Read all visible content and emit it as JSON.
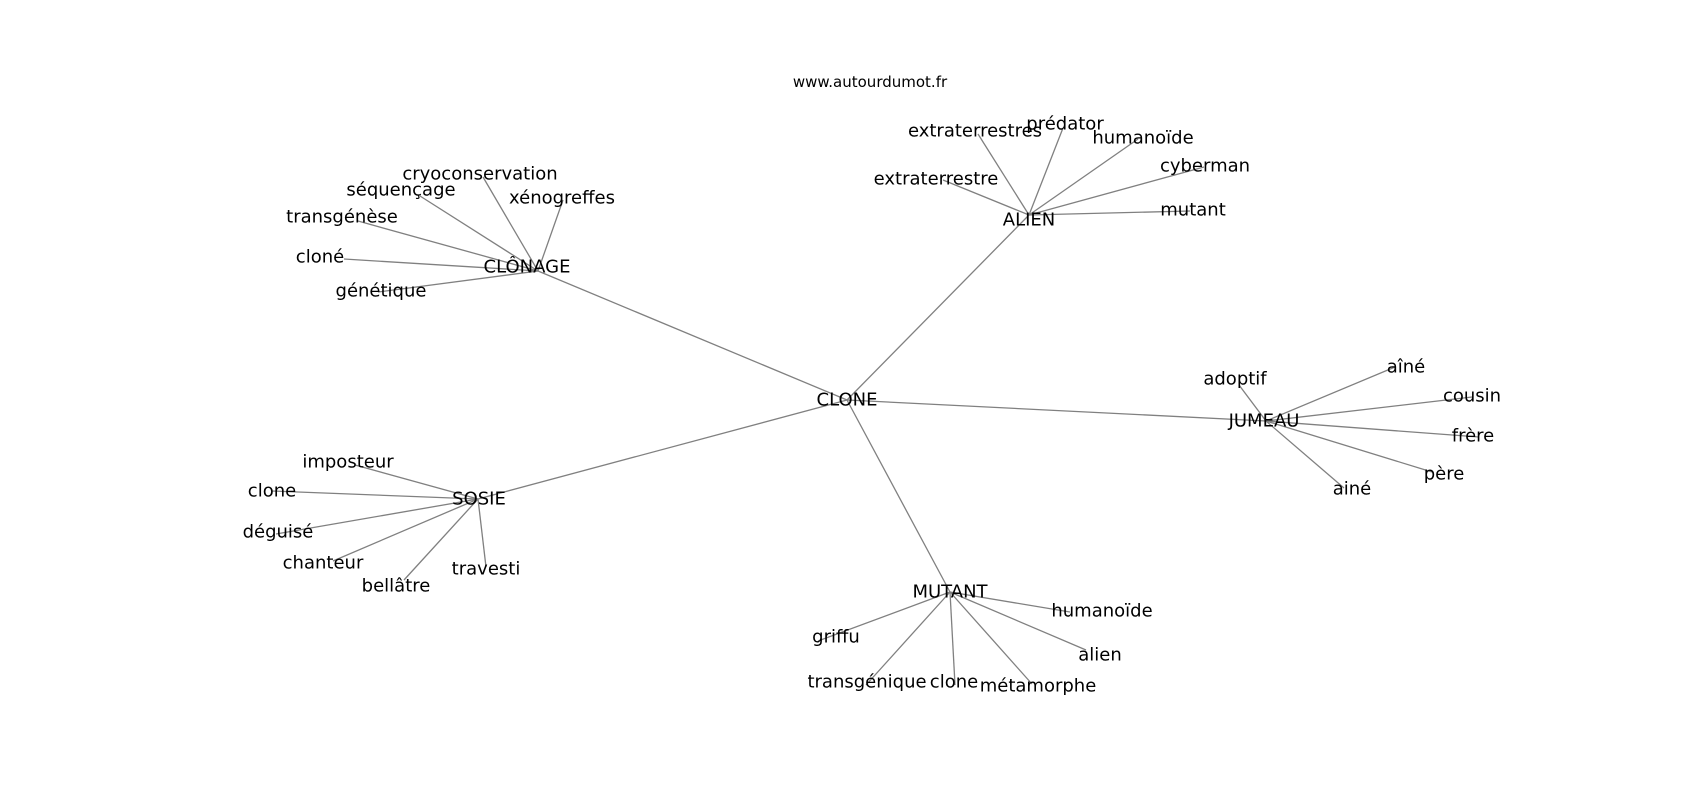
{
  "watermark": "www.autourdumot.fr",
  "colors": {
    "edge": "#808080",
    "text": "#000000",
    "background": "#ffffff"
  },
  "graph": {
    "center": "CLONE",
    "groups": [
      {
        "hub": "CLÔNAGE",
        "leaves": [
          "cryoconservation",
          "séquençage",
          "xénogreffes",
          "transgénèse",
          "cloné",
          "génétique"
        ]
      },
      {
        "hub": "ALIEN",
        "leaves": [
          "extraterrestres",
          "prédator",
          "humanoïde",
          "cyberman",
          "extraterrestre",
          "mutant"
        ]
      },
      {
        "hub": "JUMEAU",
        "leaves": [
          "adoptif",
          "aîné",
          "cousin",
          "frère",
          "père",
          "ainé"
        ]
      },
      {
        "hub": "SOSIE",
        "leaves": [
          "imposteur",
          "clone",
          "déguisé",
          "chanteur",
          "bellâtre",
          "travesti"
        ]
      },
      {
        "hub": "MUTANT",
        "leaves": [
          "humanoïde",
          "griffu",
          "alien",
          "transgénique",
          "clone",
          "métamorphe"
        ]
      }
    ]
  }
}
